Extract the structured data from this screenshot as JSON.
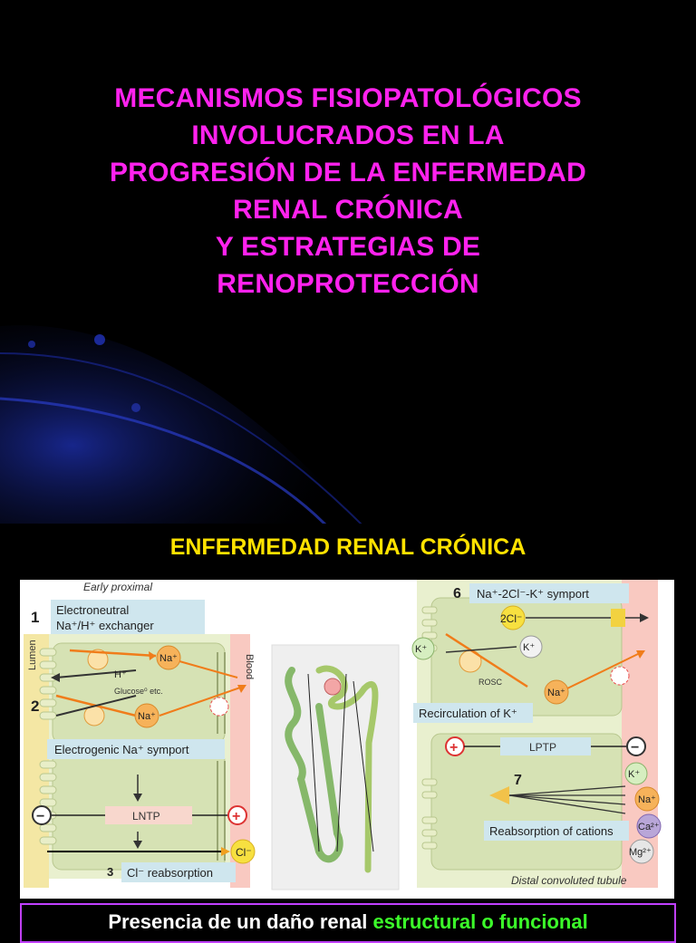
{
  "slide": {
    "title_lines": [
      "MECANISMOS FISIOPATOLÓGICOS",
      "INVOLUCRADOS EN LA",
      "PROGRESIÓN DE LA ENFERMEDAD",
      "RENAL CRÓNICA",
      "Y ESTRATEGIAS DE",
      "RENOPROTECCIÓN"
    ],
    "subtitle": "ENFERMEDAD RENAL CRÓNICA",
    "bottom_text_white": "Presencia de un daño renal ",
    "bottom_text_green": "estructural o funcional"
  },
  "colors": {
    "background": "#000000",
    "title": "#ff22ee",
    "subtitle": "#ffe200",
    "highlight": "#3cff2a",
    "box_border": "#c040ff",
    "label_box": "#cfe6ee",
    "cell": "#d6e2b4",
    "ion": "#f6b25a",
    "arrow": "#f07c1a"
  },
  "figure": {
    "left_caption": "Early proximal",
    "lumen_label": "Lumen",
    "blood_label": "Blood",
    "step1_num": "1",
    "step1_line1": "Electroneutral",
    "step1_line2": "Na⁺/H⁺ exchanger",
    "step2_num": "2",
    "step2_label": "Electrogenic Na⁺ symport",
    "step3_num": "3",
    "step3_label": "Cl⁻ reabsorption",
    "lntp": "LNTP",
    "na": "Na⁺",
    "h": "H⁺",
    "glucose": "Glucose⁰ etc.",
    "cl": "Cl⁻",
    "minus": "−",
    "plus": "+",
    "step6_num": "6",
    "step6_label": "Na⁺-2Cl⁻-K⁺ symport",
    "two_cl": "2Cl⁻",
    "k": "K⁺",
    "rosc": "ROSC",
    "recirculation": "Recirculation of K⁺",
    "lptp": "LPTP",
    "step7_num": "7",
    "reabsorption_cations": "Reabsorption of cations",
    "ca": "Ca²⁺",
    "mg": "Mg²⁺",
    "right_caption": "Distal convoluted tubule"
  }
}
